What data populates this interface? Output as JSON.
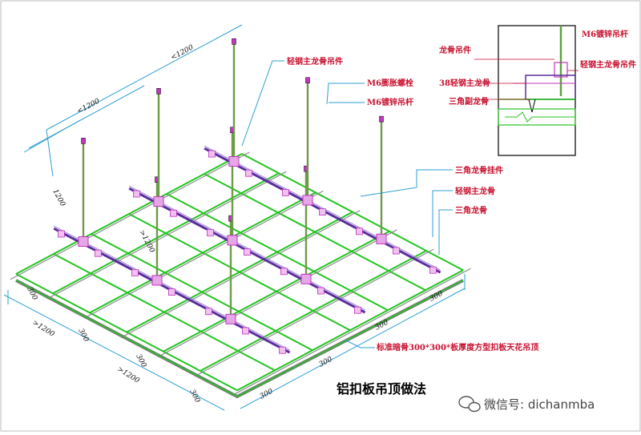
{
  "title": "铝扣板吊顶做法",
  "watermark": "微信号: dichanmba",
  "labels": {
    "main_hanger": "轻钢主龙骨吊件",
    "expansion_bolt": "M6膨胀螺栓",
    "rod_main": "M6镀锌吊杆",
    "triangle_hanger": "三角龙骨挂件",
    "main_keel": "轻钢主龙骨",
    "triangle_keel": "三角龙骨",
    "panel_spec": "标准暗骨300*300*板厚度方型扣板天花吊顶"
  },
  "detail_labels": {
    "rod": "M6镀锌吊杆",
    "keel_hanger": "龙骨吊件",
    "main_hanger": "轻钢主龙骨吊件",
    "keel38": "38轻钢主龙骨",
    "sub_keel": "三角副龙骨"
  },
  "dims": {
    "d1200": "1200",
    "d300": "300",
    "d1200_lt": "<1200",
    "d1200_gt": ">1200"
  },
  "colors": {
    "green": "#22c51f",
    "purple": "#5a2d9c",
    "magenta": "#c236c2",
    "rod": "#8a8a5a",
    "cyan": "#2c9fd6",
    "red": "#c8102e"
  }
}
